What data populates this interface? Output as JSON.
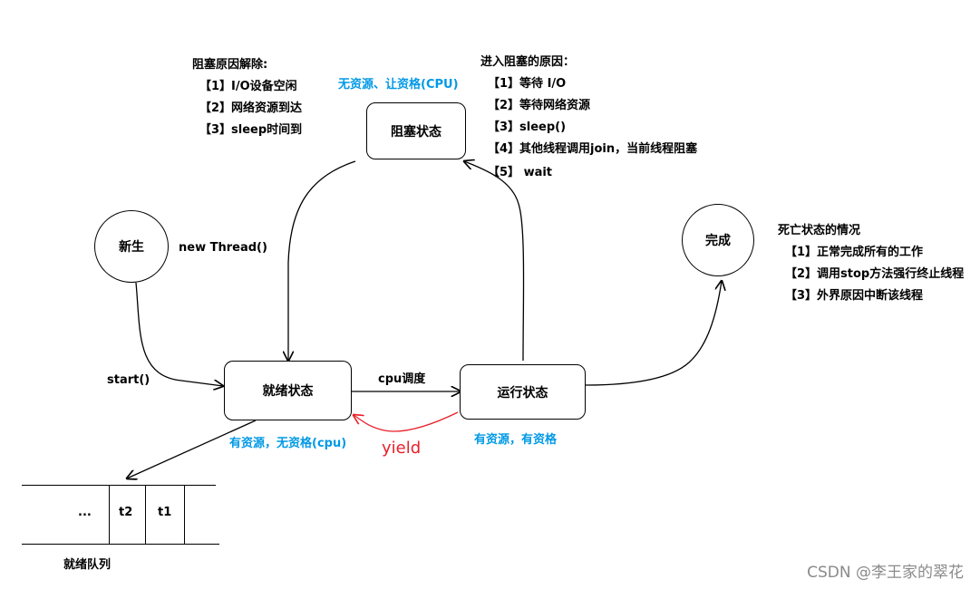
{
  "states": {
    "new": "新生",
    "ready": "就绪状态",
    "running": "运行状态",
    "blocked": "阻塞状态",
    "done": "完成"
  },
  "edges": {
    "new_thread": "new Thread()",
    "start": "start()",
    "cpu_schedule": "cpu调度",
    "yield": "yield",
    "blocked_label": "无资源、让资格(CPU)",
    "ready_label": "有资源，无资格(cpu)",
    "running_label": "有资源，有资格"
  },
  "unblock_notes": {
    "heading": "阻塞原因解除:",
    "items": [
      "【1】I/O设备空闲",
      "【2】网络资源到达",
      "【3】sleep时间到"
    ]
  },
  "block_notes": {
    "heading": "进入阻塞的原因：",
    "items": [
      "【1】等待 I/O",
      "【2】等待网络资源",
      "【3】sleep()",
      "【4】其他线程调用join，当前线程阻塞",
      "【5】 wait"
    ]
  },
  "death_notes": {
    "heading": "死亡状态的情况",
    "items": [
      "【1】正常完成所有的工作",
      "【2】调用stop方法强行终止线程",
      "【3】外界原因中断该线程"
    ]
  },
  "queue": {
    "cells": [
      "...",
      "t2",
      "t1"
    ],
    "label": "就绪队列"
  },
  "watermark": "CSDN @李王家的翠花",
  "colors": {
    "blue_label": "#0099e6",
    "yield_arrow": "#e8202a"
  }
}
